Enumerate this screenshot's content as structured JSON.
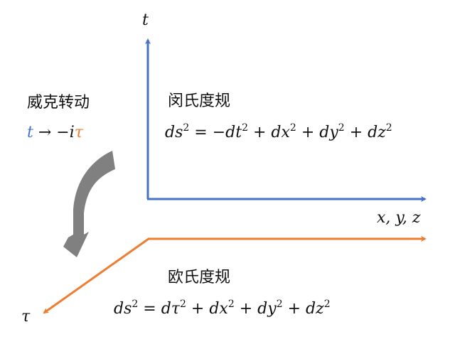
{
  "colors": {
    "time_axis": "#4472c4",
    "euclid_axis": "#ed7d31",
    "arrow": "#808080"
  },
  "labels": {
    "t_axis": "t",
    "space_axes": "x, y, z",
    "tau_axis": "τ",
    "wick_title": "威克转动",
    "wick_lhs": "t",
    "wick_arrow": " → −i",
    "wick_rhs": "τ",
    "minkowski_title": "闵氏度规",
    "minkowski_formula": {
      "a": "ds",
      "b": " = −dt",
      "c": " + dx",
      "d": " + dy",
      "e": " + dz",
      "sq": "2"
    },
    "euclidean_title": "欧氏度规",
    "euclidean_formula": {
      "a": "ds",
      "b": " = dτ",
      "c": " + dx",
      "d": " + dy",
      "e": " + dz",
      "sq": "2"
    }
  }
}
